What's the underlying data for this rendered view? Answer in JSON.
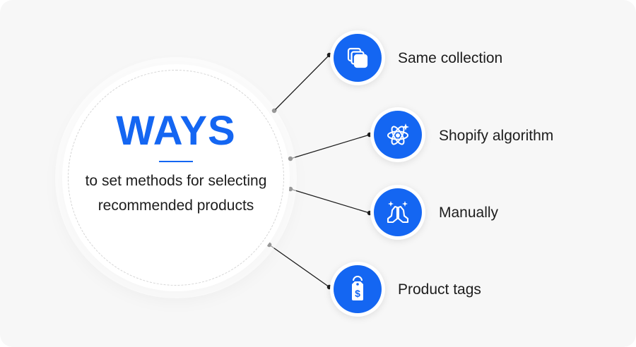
{
  "hub": {
    "title": "WAYS",
    "subtitle": "to set methods for selecting recommended products"
  },
  "methods": [
    {
      "label": "Same collection",
      "icon": "stacked-squares-icon"
    },
    {
      "label": "Shopify algorithm",
      "icon": "atom-sparkle-icon"
    },
    {
      "label": "Manually",
      "icon": "praying-hands-icon"
    },
    {
      "label": "Product tags",
      "icon": "price-tag-dollar-icon"
    }
  ],
  "colors": {
    "accent": "#1466f2",
    "text": "#1d1d1d",
    "background": "#f7f7f7"
  }
}
